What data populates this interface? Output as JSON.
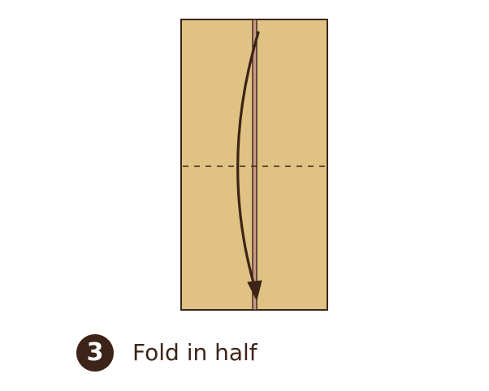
{
  "instruction": {
    "step_number": "3",
    "text": "Fold in half"
  },
  "paper": {
    "fill_color": "#dfc284",
    "edge_color": "#3d2418",
    "center_seam_color": "#c79a86"
  },
  "fold_line": {
    "style": "dashed valley fold"
  },
  "fold_arrow": {
    "icon": "curved-arrow-down-icon",
    "color": "#3d2418"
  }
}
